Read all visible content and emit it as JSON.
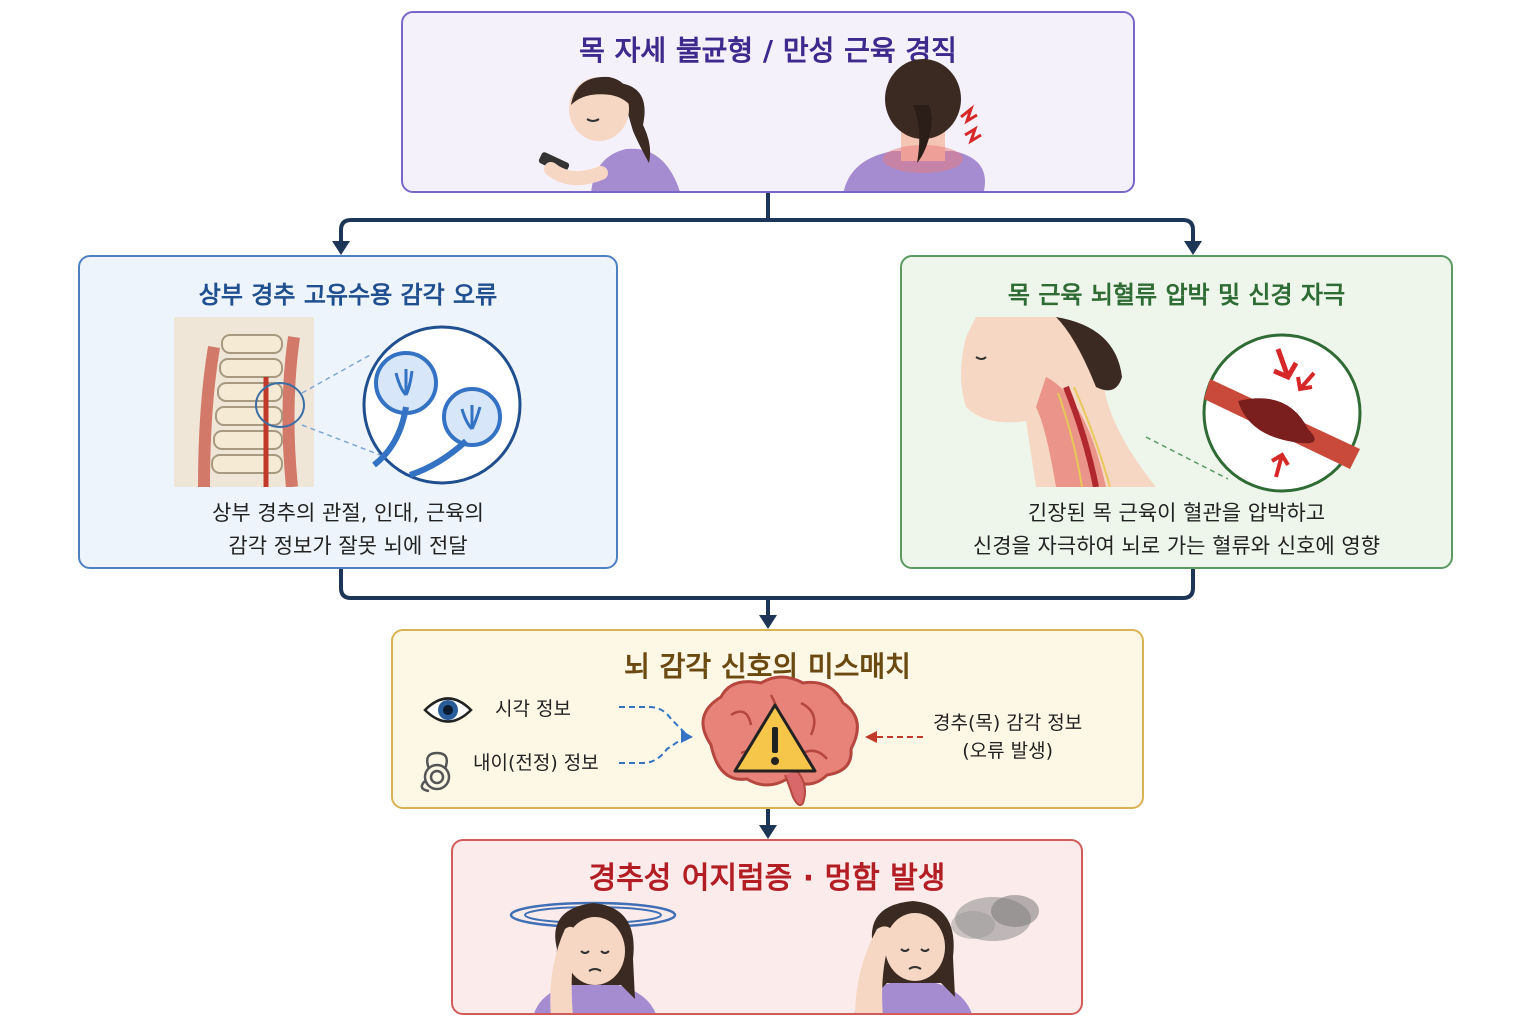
{
  "top": {
    "title": "목 자세 불균형 / 만성 근육 경직"
  },
  "left": {
    "title": "상부 경추 고유수용 감각 오류",
    "desc_line1": "상부 경추의 관절, 인대, 근육의",
    "desc_line2": "감각 정보가 잘못 뇌에 전달"
  },
  "right": {
    "title": "목 근육 뇌혈류 압박 및 신경 자극",
    "desc_line1": "긴장된 목 근육이 혈관을 압박하고",
    "desc_line2": "신경을 자극하여 뇌로 가는 혈류와 신호에 영향"
  },
  "middle": {
    "title": "뇌 감각 신호의 미스매치",
    "visual_label": "시각 정보",
    "vestibular_label": "내이(전정) 정보",
    "cervical_label_line1": "경추(목) 감각 정보",
    "cervical_label_line2": "(오류 발생)"
  },
  "bottom": {
    "title": "경추성 어지럼증 · 멍함 발생"
  },
  "colors": {
    "connector": "#1d3557",
    "purple": "#7a66c8",
    "blue": "#4d80c0",
    "green": "#5a9a62",
    "gold": "#d9b352",
    "red": "#d05c5c"
  },
  "icons": [
    "phone-posture-figure",
    "neck-pain-figure",
    "cervical-spine-illustration",
    "proprioceptor-magnifier",
    "neck-vessel-illustration",
    "compressed-vessel-magnifier",
    "eye-icon",
    "inner-ear-icon",
    "brain-warning-icon",
    "dizzy-woman-figure",
    "foggy-woman-figure"
  ]
}
